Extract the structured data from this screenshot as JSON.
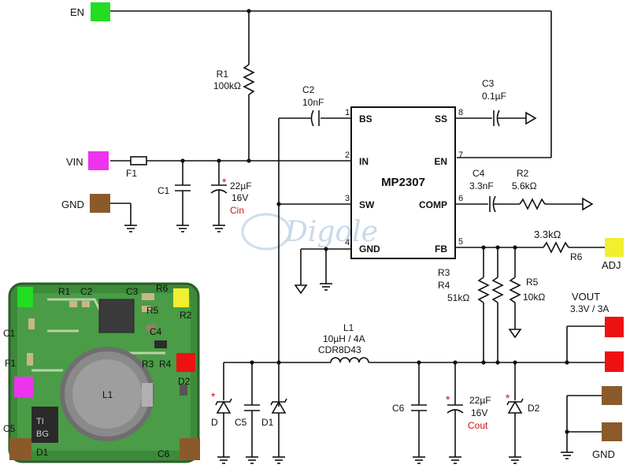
{
  "ic": {
    "name": "MP2307"
  },
  "pins": [
    {
      "num": "1",
      "label": "BS"
    },
    {
      "num": "2",
      "label": "IN"
    },
    {
      "num": "3",
      "label": "SW"
    },
    {
      "num": "4",
      "label": "GND"
    },
    {
      "num": "8",
      "label": "SS"
    },
    {
      "num": "7",
      "label": "EN"
    },
    {
      "num": "6",
      "label": "COMP"
    },
    {
      "num": "5",
      "label": "FB"
    }
  ],
  "components": {
    "r1": {
      "name": "R1",
      "value": "100kΩ"
    },
    "c2": {
      "name": "C2",
      "value": "10nF"
    },
    "c3": {
      "name": "C3",
      "value": "0.1µF"
    },
    "c4": {
      "name": "C4",
      "value": "3.3nF"
    },
    "r2": {
      "name": "R2",
      "value": "5.6kΩ"
    },
    "f1": {
      "name": "F1"
    },
    "c1": {
      "name": "C1"
    },
    "cin": {
      "marker": "*",
      "value": "22µF",
      "voltage": "16V",
      "name": "Cin"
    },
    "r6": {
      "name": "R6",
      "value": "3.3kΩ"
    },
    "r3": {
      "name": "R3"
    },
    "r4": {
      "name": "R4"
    },
    "r34": {
      "value": "51kΩ"
    },
    "r5": {
      "name": "R5",
      "value": "10kΩ"
    },
    "l1": {
      "name": "L1",
      "value": "10µH / 4A",
      "part": "CDR8D43"
    },
    "c6": {
      "name": "C6"
    },
    "cout": {
      "marker": "*",
      "value": "22µF",
      "voltage": "16V",
      "name": "Cout"
    },
    "d2": {
      "marker": "*",
      "name": "D2"
    },
    "c5": {
      "name": "C5"
    },
    "d1": {
      "name": "D1"
    },
    "d_left": {
      "marker": "*",
      "name": "D"
    }
  },
  "ports": {
    "en": {
      "label": "EN",
      "color": "#22dd22"
    },
    "vin": {
      "label": "VIN",
      "color": "#ee33ee"
    },
    "gnd_in": {
      "label": "GND",
      "color": "#8b5a2b"
    },
    "adj": {
      "label": "ADJ",
      "color": "#f2ee30"
    },
    "vout": {
      "label": "VOUT",
      "spec": "3.3V / 3A",
      "color": "#ee1111"
    },
    "gnd_out": {
      "label": "GND",
      "color": "#8b5a2b"
    }
  },
  "watermark": {
    "text": "Digole"
  },
  "photo": {
    "labels": {
      "r1": "R1",
      "c2": "C2",
      "c3": "C3",
      "r6": "R6",
      "r5": "R5",
      "r2": "R2",
      "c4": "C4",
      "c1": "C1",
      "f1": "F1",
      "r3": "R3",
      "r4": "R4",
      "d2": "D2",
      "l1": "L1",
      "c5": "C5",
      "d1": "D1",
      "c6": "C6",
      "ti": "TI",
      "bg": "BG"
    }
  },
  "colors": {
    "marker_red": "#d01010",
    "pcb_green": "#3c8a3a",
    "wire": "#111111"
  }
}
